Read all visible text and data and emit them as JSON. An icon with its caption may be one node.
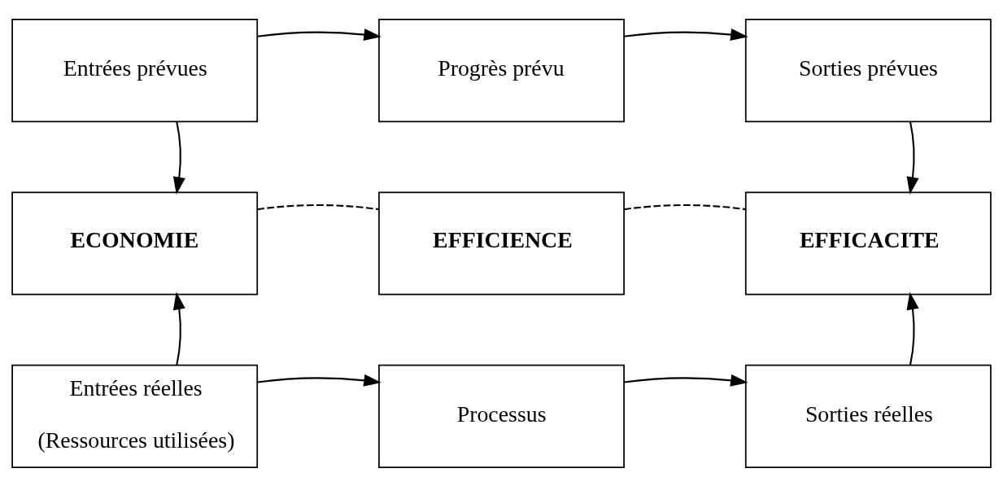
{
  "diagram": {
    "nodes": [
      {
        "text": [
          "Entrées prévues"
        ]
      },
      {
        "text": [
          "Progrès prévu"
        ]
      },
      {
        "text": [
          "Sorties prévues"
        ]
      },
      {
        "text": [
          "ECONOMIE"
        ]
      },
      {
        "text": [
          "EFFICIENCE"
        ]
      },
      {
        "text": [
          "EFFICACITE"
        ]
      },
      {
        "text": [
          "Entrées réelles",
          "(Ressources utilisées)"
        ]
      },
      {
        "text": [
          "Processus"
        ]
      },
      {
        "text": [
          "Sorties réelles"
        ]
      }
    ],
    "edges": [
      {
        "from": 0,
        "to": 1,
        "arrow": "to"
      },
      {
        "from": 1,
        "to": 2,
        "arrow": "to"
      },
      {
        "from": 0,
        "to": 3,
        "arrow": "to"
      },
      {
        "from": 2,
        "to": 5,
        "arrow": "to"
      },
      {
        "from": 3,
        "to": 4,
        "arrow": "none",
        "style": "dashed"
      },
      {
        "from": 4,
        "to": 5,
        "arrow": "none",
        "style": "dashed"
      },
      {
        "from": 6,
        "to": 3,
        "arrow": "to"
      },
      {
        "from": 8,
        "to": 5,
        "arrow": "to"
      },
      {
        "from": 6,
        "to": 7,
        "arrow": "to"
      },
      {
        "from": 7,
        "to": 8,
        "arrow": "to"
      }
    ]
  }
}
